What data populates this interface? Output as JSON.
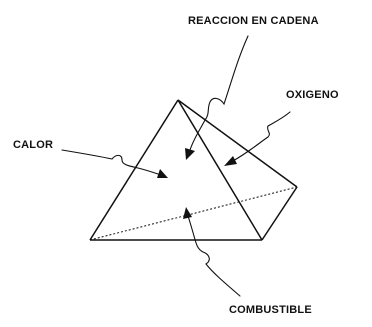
{
  "labels": {
    "chain_reaction": "REACCION EN CADENA",
    "oxygen": "OXIGENO",
    "heat": "CALOR",
    "fuel": "COMBUSTIBLE"
  },
  "colors": {
    "ink": "#111111",
    "background": "#ffffff"
  }
}
